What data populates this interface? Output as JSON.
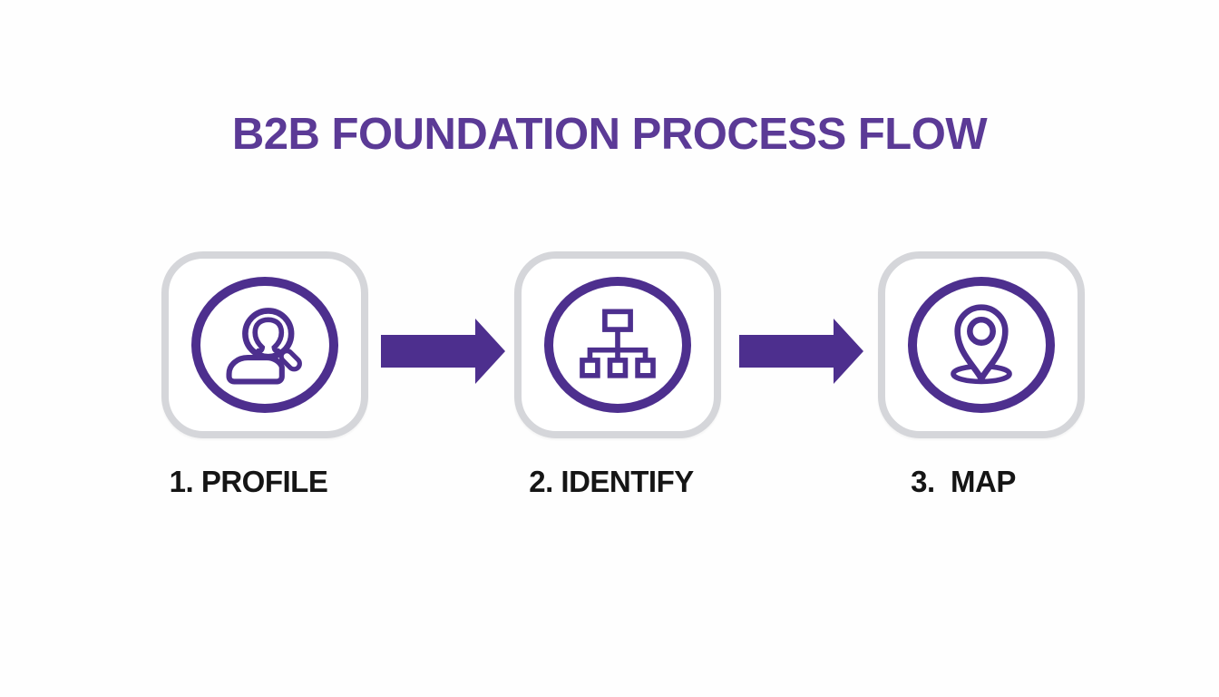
{
  "title": {
    "text": "B2B FOUNDATION PROCESS FLOW"
  },
  "colors": {
    "background": "#fefefe",
    "accent": "#4D2F8E",
    "title": "#5B3A96",
    "box_border": "#D5D6DA",
    "label": "#151515"
  },
  "steps": [
    {
      "number": "1",
      "name": "profile",
      "label": "1. PROFILE",
      "icon": "profile-search-icon"
    },
    {
      "number": "2",
      "name": "identify",
      "label": "2. IDENTIFY",
      "icon": "org-chart-icon"
    },
    {
      "number": "3",
      "name": "map",
      "label": "3.  MAP",
      "icon": "map-pin-icon"
    }
  ],
  "arrows": [
    {
      "icon": "right-arrow-icon",
      "direction": "right"
    },
    {
      "icon": "right-arrow-icon",
      "direction": "right"
    }
  ]
}
